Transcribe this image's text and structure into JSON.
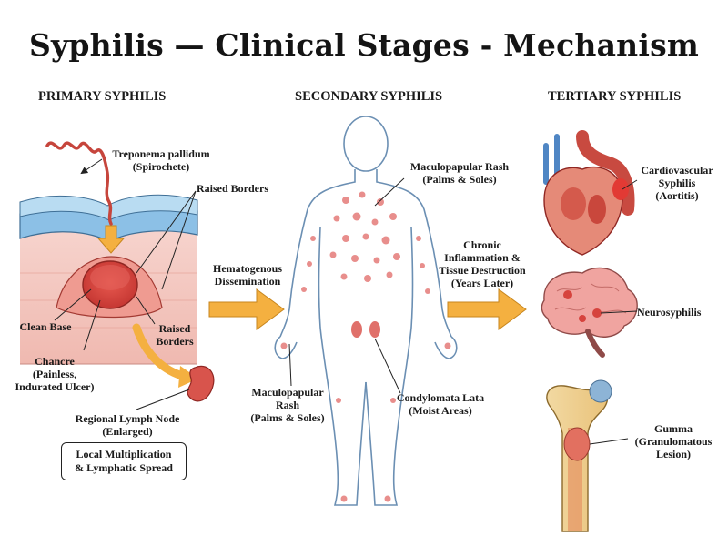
{
  "title": "Syphilis — Clinical Stages - Mechanism",
  "sections": {
    "primary": "PRIMARY SYPHILIS",
    "secondary": "SECONDARY SYPHILIS",
    "tertiary": "TERTIARY SYPHILIS"
  },
  "primary": {
    "treponema": "Treponema pallidum\n(Spirochete)",
    "raised_borders_top": "Raised Borders",
    "clean_base": "Clean Base",
    "raised_borders_right": "Raised\nBorders",
    "chancre": "Chancre\n(Painless,\nIndurated Ulcer)",
    "lymph_node": "Regional Lymph Node\n(Enlarged)",
    "spread_box": "Local Multiplication\n& Lymphatic Spread"
  },
  "transitions": {
    "hematogenous": "Hematogenous\nDissemination",
    "chronic": "Chronic\nInflammation &\nTissue Destruction\n(Years Later)"
  },
  "secondary": {
    "rash_top": "Maculopapular Rash\n(Palms & Soles)",
    "rash_bottom": "Maculopapular\nRash\n(Palms & Soles)",
    "condylomata": "Condylomata Lata\n(Moist Areas)"
  },
  "tertiary": {
    "cardiovascular": "Cardiovascular\nSyphilis\n(Aortitis)",
    "neurosyphilis": "Neurosyphilis",
    "gumma": "Gumma\n(Granulomatous\nLesion)"
  },
  "colors": {
    "skin_pink": "#f2c7c0",
    "ulcer_red": "#d9453f",
    "arrow_orange": "#f4b040",
    "vessel_blue": "#6aa8d6",
    "outline": "#444444",
    "body_outline": "#6b8fb3"
  }
}
